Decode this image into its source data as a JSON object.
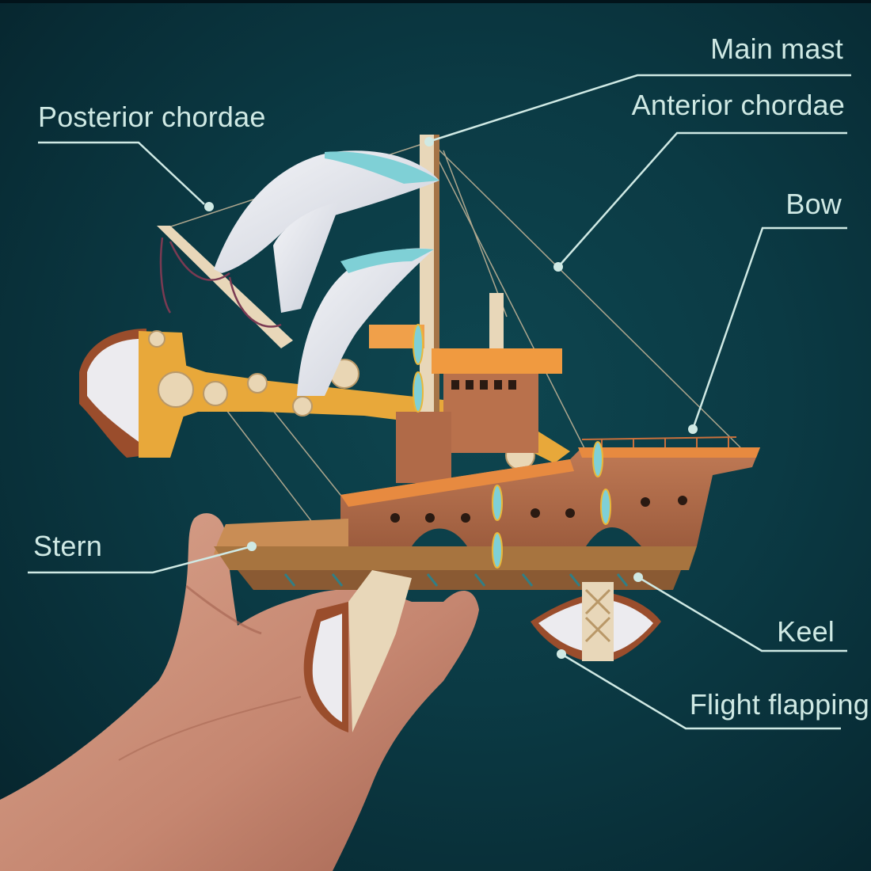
{
  "image": {
    "subject": "Wooden steampunk airship model held in a hand",
    "background_color": "#0b3a44",
    "label_color": "#cfe9e4",
    "leader_color": "#cfe9e4"
  },
  "labels": {
    "main_mast": "Main mast",
    "anterior_chordae": "Anterior chordae",
    "bow": "Bow",
    "posterior_chordae": "Posterior chordae",
    "stern": "Stern",
    "keel": "Keel",
    "flight_flapping": "Flight flapping"
  }
}
